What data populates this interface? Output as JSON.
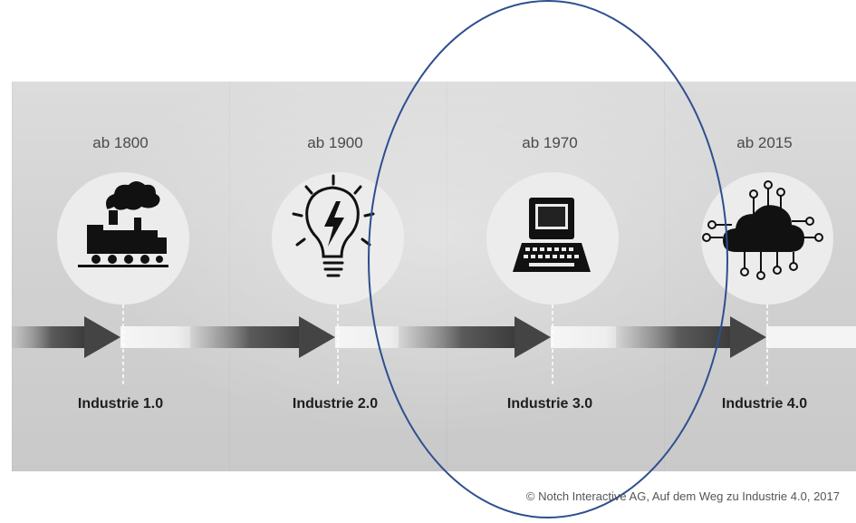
{
  "stages": [
    {
      "era": "ab 1800",
      "label": "Industrie 1.0",
      "icon": "steam-locomotive-icon"
    },
    {
      "era": "ab 1900",
      "label": "Industrie 2.0",
      "icon": "lightbulb-icon"
    },
    {
      "era": "ab 1970",
      "label": "Industrie 3.0",
      "icon": "computer-terminal-icon"
    },
    {
      "era": "ab 2015",
      "label": "Industrie 4.0",
      "icon": "cloud-circuit-icon"
    }
  ],
  "credit": "© Notch Interactive AG, Auf dem Weg zu Industrie 4.0, 2017",
  "colors": {
    "ellipse": "#2e4f8f",
    "arrow_dark": "#444444",
    "arrow_light": "#f4f4f4"
  }
}
